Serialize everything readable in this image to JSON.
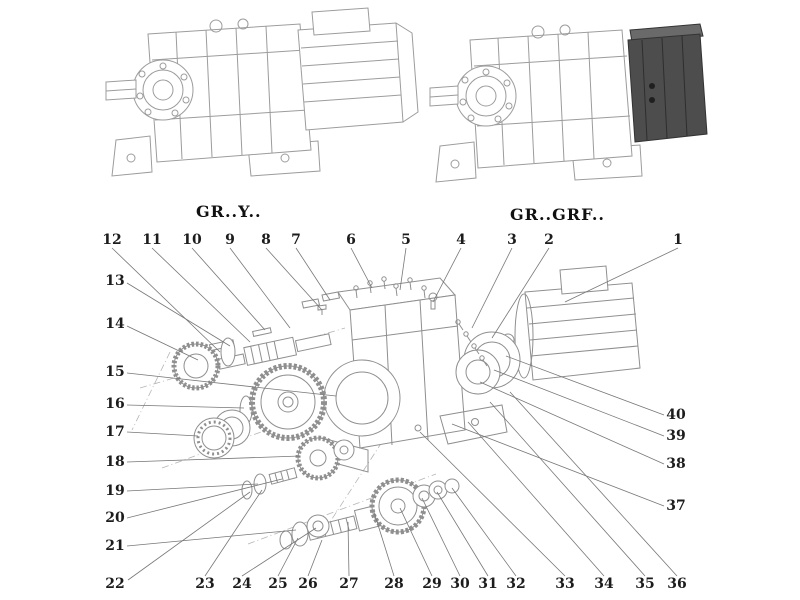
{
  "page": {
    "type": "exploded-parts-diagram",
    "subject": "helical gear reducer / gearmotor assembly drawing"
  },
  "variants": [
    {
      "label": "GR..Y.."
    },
    {
      "label": "GR..GRF.."
    }
  ],
  "callouts": [
    "1",
    "2",
    "3",
    "4",
    "5",
    "6",
    "7",
    "8",
    "9",
    "10",
    "11",
    "12",
    "13",
    "14",
    "15",
    "16",
    "17",
    "18",
    "19",
    "20",
    "21",
    "22",
    "23",
    "24",
    "25",
    "26",
    "27",
    "28",
    "29",
    "30",
    "31",
    "32",
    "33",
    "34",
    "35",
    "36",
    "37",
    "38",
    "39",
    "40"
  ]
}
